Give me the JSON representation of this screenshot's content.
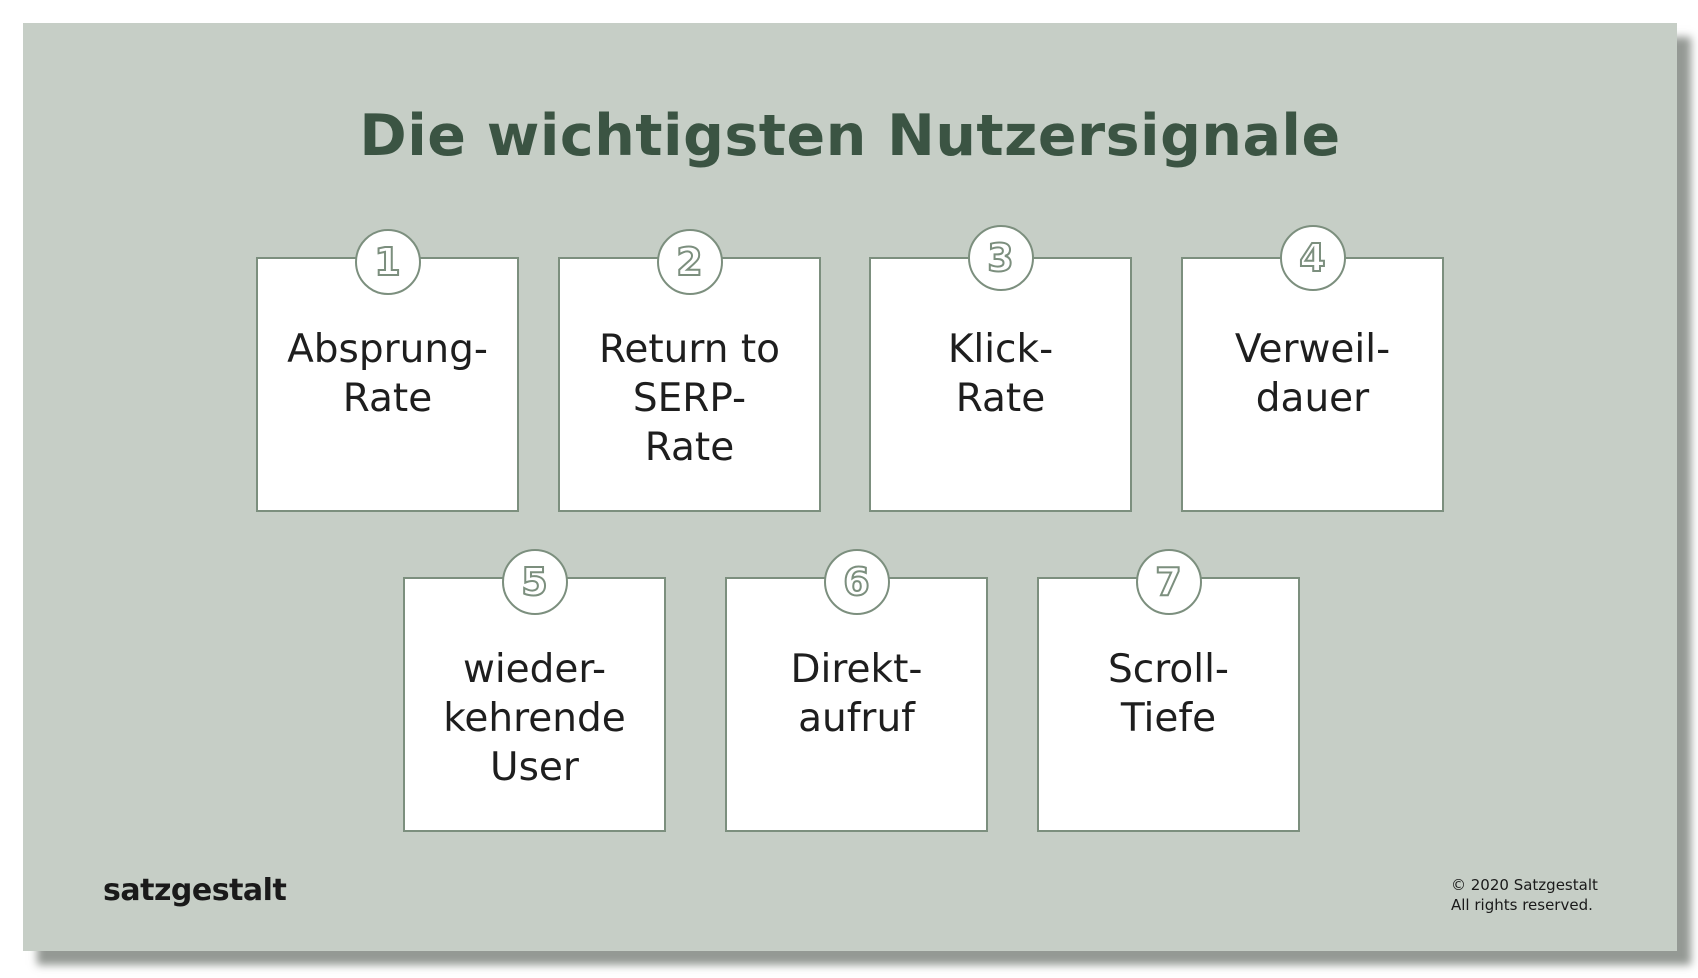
{
  "title": "Die wichtigsten Nutzersignale",
  "cards": [
    {
      "number": "1",
      "label": "Absprung-\nRate"
    },
    {
      "number": "2",
      "label": "Return to\nSERP-\nRate"
    },
    {
      "number": "3",
      "label": "Klick-\nRate"
    },
    {
      "number": "4",
      "label": "Verweil-\ndauer"
    },
    {
      "number": "5",
      "label": "wieder-\nkehrende\nUser"
    },
    {
      "number": "6",
      "label": "Direkt-\naufruf"
    },
    {
      "number": "7",
      "label": "Scroll-\nTiefe"
    }
  ],
  "footer": {
    "brand": "satzgestalt",
    "copyright_line1": "© 2020 Satzgestalt",
    "copyright_line2": "All rights reserved."
  },
  "colors": {
    "background": "#c6cec6",
    "title": "#3b5443",
    "border": "#7c8f7e"
  }
}
